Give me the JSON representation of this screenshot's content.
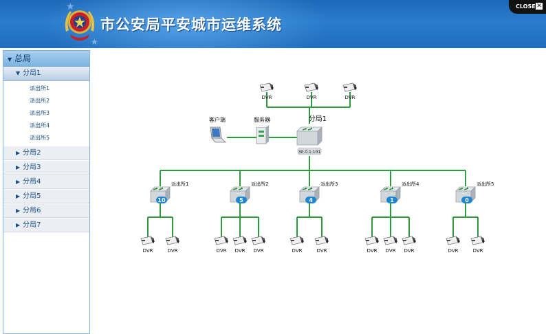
{
  "header": {
    "title": "市公安局平安城市运维系统",
    "close_label": "CLOSE"
  },
  "sidebar": {
    "root": "总局",
    "active_branch": "分局1",
    "stations": [
      "派出所1",
      "派出所2",
      "派出所3",
      "派出所4",
      "派出所5"
    ],
    "branches": [
      "分局2",
      "分局3",
      "分局4",
      "分局5",
      "分局6",
      "分局7"
    ]
  },
  "topology": {
    "top_dvrs": [
      "DVR",
      "DVR",
      "DVR"
    ],
    "client_label": "客户端",
    "server_label": "服务器",
    "core": {
      "label": "分局1",
      "ip": "30.0.1.101"
    },
    "stations": [
      {
        "label": "派出所1",
        "badge": "10",
        "dvrs": [
          "DVR",
          "DVR"
        ]
      },
      {
        "label": "派出所2",
        "badge": "5",
        "dvrs": [
          "DVR",
          "DVR",
          "DVR"
        ]
      },
      {
        "label": "派出所3",
        "badge": "4",
        "dvrs": [
          "DVR",
          "DVR"
        ]
      },
      {
        "label": "派出所4",
        "badge": "1",
        "dvrs": [
          "DVR",
          "DVR",
          "DVR"
        ]
      },
      {
        "label": "派出所5",
        "badge": "0",
        "dvrs": [
          "DVR",
          "DVR"
        ]
      }
    ]
  },
  "colors": {
    "link": "#2e9a3e",
    "badge": "#1d86d0",
    "header": "#1f6cbc"
  }
}
